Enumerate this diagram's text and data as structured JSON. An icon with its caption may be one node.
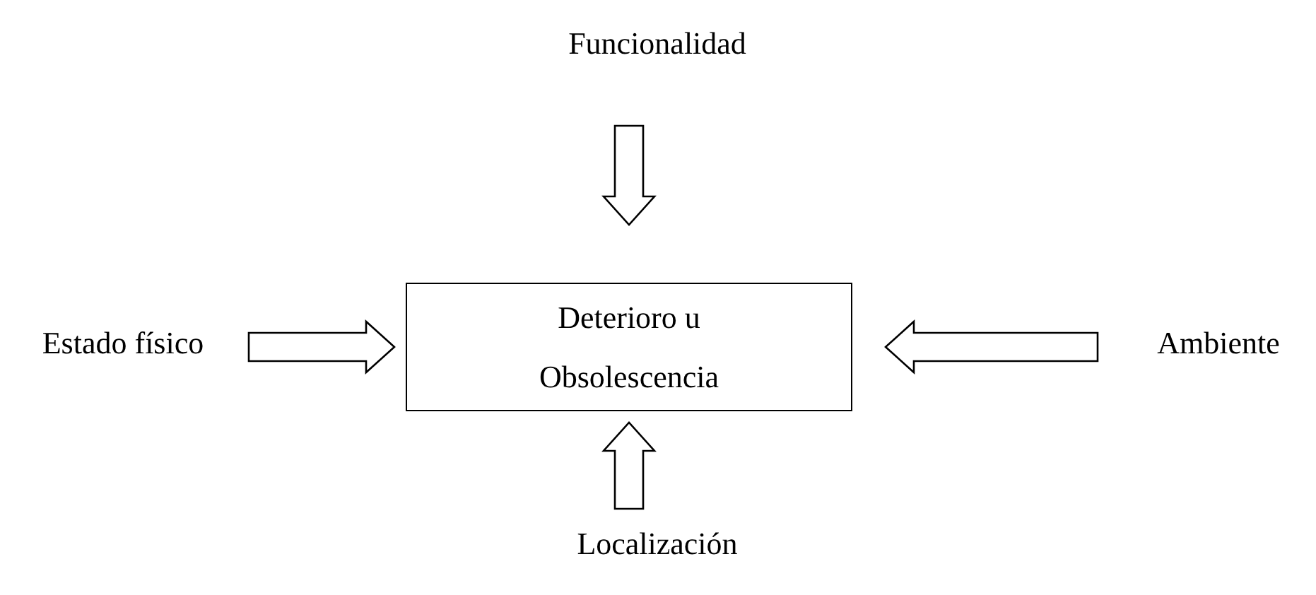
{
  "diagram": {
    "nodes": [
      {
        "text": [
          "Funcionalidad"
        ]
      },
      {
        "text": [
          "Estado físico"
        ]
      },
      {
        "text": [
          "Deterioro u Obsolescencia"
        ]
      },
      {
        "text": [
          "Ambiente"
        ]
      },
      {
        "text": [
          "Localización"
        ]
      }
    ],
    "edges": [
      {
        "from": 0,
        "to": 2,
        "arrow": "to"
      },
      {
        "from": 1,
        "to": 2,
        "arrow": "to"
      },
      {
        "from": 3,
        "to": 2,
        "arrow": "to"
      },
      {
        "from": 4,
        "to": 2,
        "arrow": "to"
      }
    ]
  }
}
